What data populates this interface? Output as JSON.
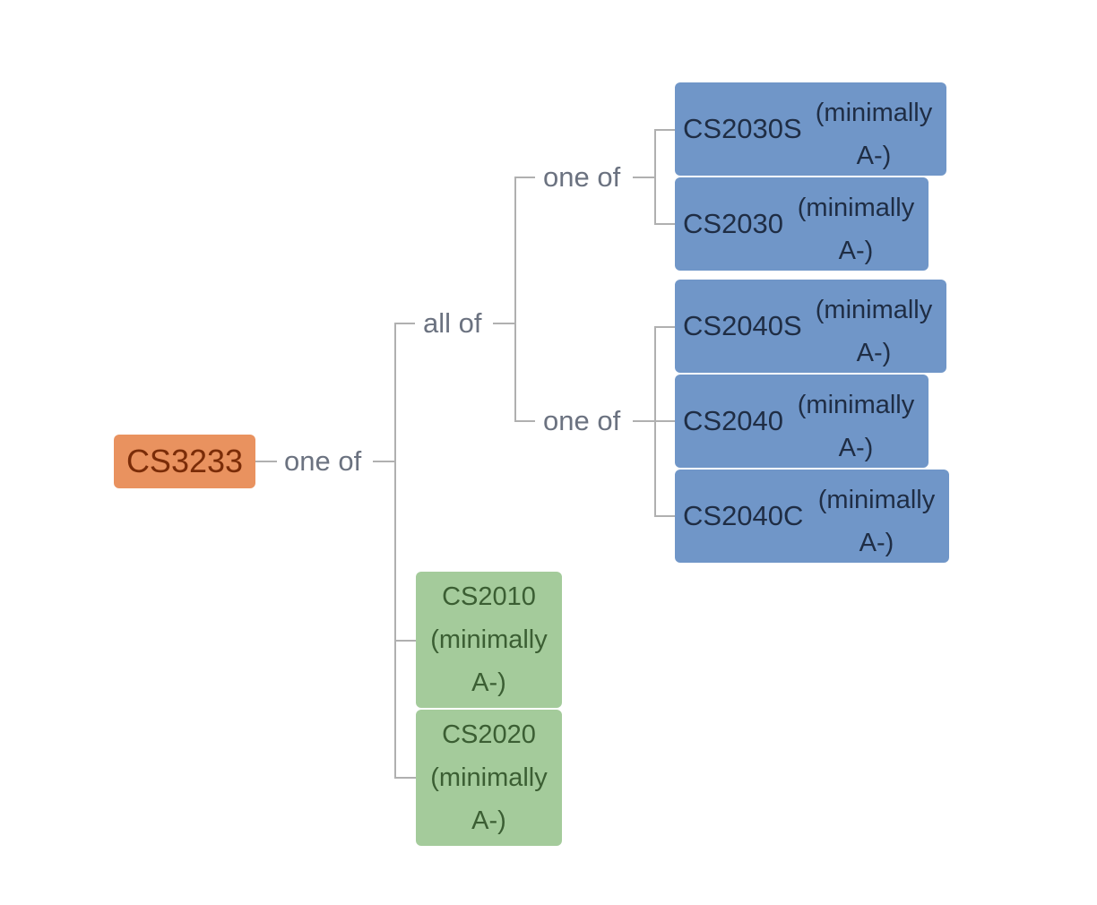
{
  "root": {
    "code": "CS3233"
  },
  "connectors": {
    "top_one_of": "one of",
    "all_of": "all of",
    "one_of_a": "one of",
    "one_of_b": "one of"
  },
  "courses": {
    "cs2030s": {
      "code": "CS2030S",
      "qual_1": "(minimally",
      "qual_2": "A-)"
    },
    "cs2030": {
      "code": "CS2030",
      "qual_1": "(minimally",
      "qual_2": "A-)"
    },
    "cs2040s": {
      "code": "CS2040S",
      "qual_1": "(minimally",
      "qual_2": "A-)"
    },
    "cs2040": {
      "code": "CS2040",
      "qual_1": "(minimally",
      "qual_2": "A-)"
    },
    "cs2040c": {
      "code": "CS2040C",
      "qual_1": "(minimally",
      "qual_2": "A-)"
    },
    "cs2010": {
      "code": "CS2010",
      "qual_1": "(minimally",
      "qual_2": "A-)"
    },
    "cs2020": {
      "code": "CS2020",
      "qual_1": "(minimally",
      "qual_2": "A-)"
    }
  },
  "colors": {
    "root": "#e9925f",
    "nested_course": "#7096c8",
    "direct_course": "#a4cb9b",
    "connector_line": "#b0b0b0",
    "connector_text": "#6b7280"
  }
}
